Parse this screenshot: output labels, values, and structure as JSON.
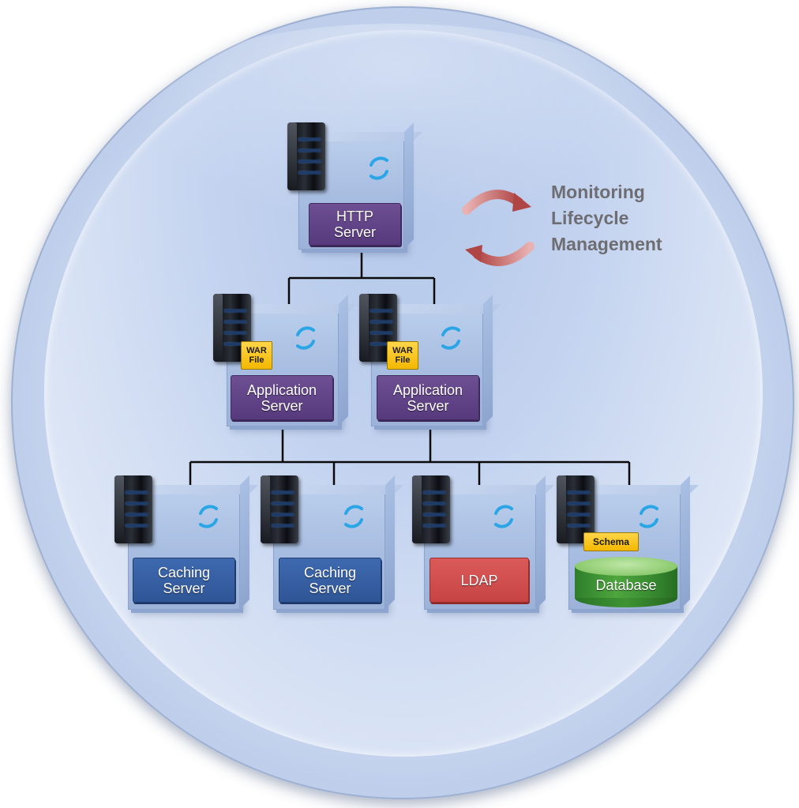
{
  "callout": {
    "lines": [
      "Monitoring",
      "Lifecycle",
      "Management"
    ]
  },
  "nodes": {
    "http": {
      "label_line1": "HTTP",
      "label_line2": "Server"
    },
    "app1": {
      "label_line1": "Application",
      "label_line2": "Server",
      "tag_line1": "WAR",
      "tag_line2": "File"
    },
    "app2": {
      "label_line1": "Application",
      "label_line2": "Server",
      "tag_line1": "WAR",
      "tag_line2": "File"
    },
    "cache1": {
      "label_line1": "Caching",
      "label_line2": "Server"
    },
    "cache2": {
      "label_line1": "Caching",
      "label_line2": "Server"
    },
    "ldap": {
      "label": "LDAP"
    },
    "database": {
      "label": "Database",
      "tag": "Schema"
    }
  },
  "icons": {
    "server": "server-tower-icon",
    "sync": "sync-arrows-icon",
    "cycle": "lifecycle-arrows-icon",
    "database": "database-cylinder-icon"
  },
  "colors": {
    "application_label": "#563a7d",
    "caching_label": "#2f5596",
    "ldap_label": "#c74444",
    "database": "#3b8f32",
    "tag": "#f3b800",
    "callout_text": "#6e6e72"
  }
}
